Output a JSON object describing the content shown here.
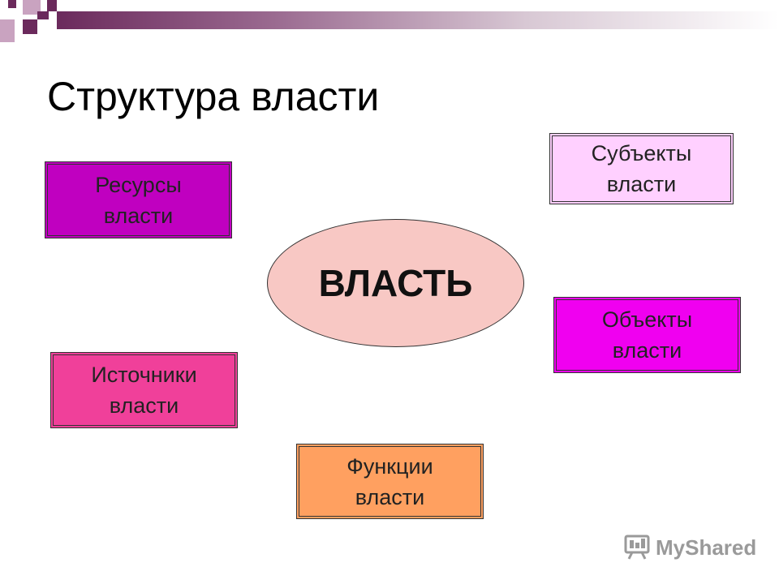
{
  "title": "Структура власти",
  "center": {
    "label": "ВЛАСТЬ"
  },
  "boxes": {
    "resources": {
      "line1": "Ресурсы",
      "line2": "власти",
      "color": "#c000c0"
    },
    "subjects": {
      "line1": "Субъекты",
      "line2": "власти",
      "color": "#ffd0ff"
    },
    "objects": {
      "line1": "Объекты",
      "line2": "власти",
      "color": "#f000f0"
    },
    "sources": {
      "line1": "Источники",
      "line2": "власти",
      "color": "#f0409a"
    },
    "functions": {
      "line1": "Функции",
      "line2": "власти",
      "color": "#ffa060"
    }
  },
  "watermark": {
    "text": "MyShared"
  }
}
